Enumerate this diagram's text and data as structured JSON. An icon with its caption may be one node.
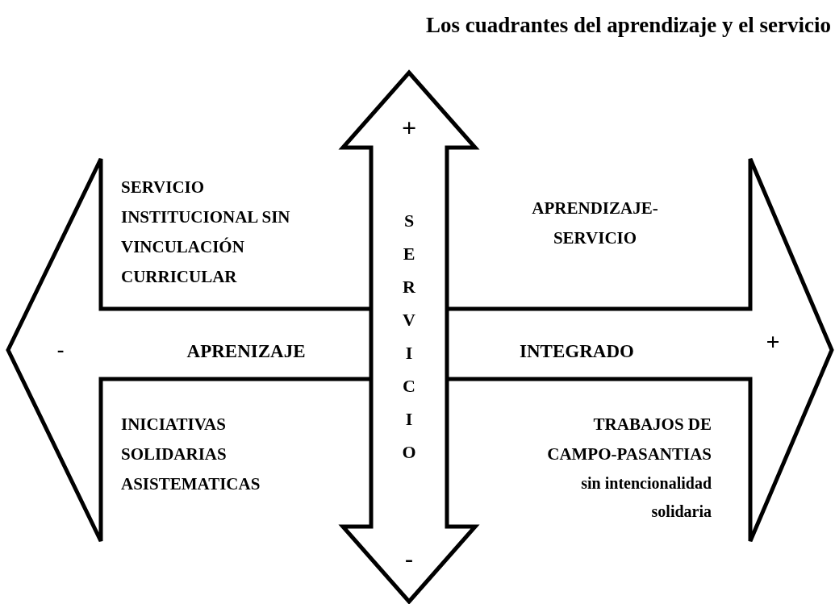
{
  "diagram": {
    "title": "Los cuadrantes del aprendizaje y el servicio",
    "nodes": [
      {
        "text": [
          "-",
          "APRENIZAJE",
          "INTEGRADO",
          "+"
        ]
      },
      {
        "text": [
          "+",
          "SERVICIO",
          "-"
        ]
      }
    ],
    "labels": [
      "SERVICIO INSTITUCIONAL SIN VINCULACIÓN CURRICULAR",
      "APRENDIZAJE-SERVICIO",
      "INICIATIVAS SOLIDARIAS ASISTEMATICAS",
      "TRABAJOS DE CAMPO-PASANTIAS",
      "sin intencionalidad solidaria"
    ]
  }
}
